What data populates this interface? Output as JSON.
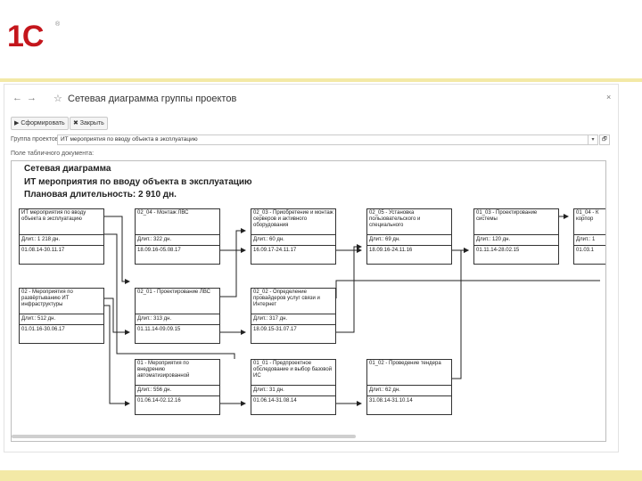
{
  "slide": {
    "logo": "1С",
    "logo_mark": "®"
  },
  "window": {
    "title": "Сетевая диаграмма группы проектов",
    "nav_back": "←",
    "nav_forward": "→",
    "star": "☆",
    "close_glyph": "×"
  },
  "toolbar": {
    "generate_label": "▶ Сформировать",
    "close_label": "✖ Закрыть"
  },
  "form": {
    "group_label": "Группа проектов:",
    "group_value": "ИТ мероприятия по вводу объекта в эксплуатацию",
    "group_dropdown": "▾",
    "group_open": "🗗",
    "table_label": "Поле табличного документа:"
  },
  "document": {
    "heading1": "Сетевая диаграмма",
    "heading2": "ИТ мероприятия по вводу объекта в эксплуатацию",
    "heading3": "Плановая длительность: 2 910 дн."
  },
  "nodes": [
    {
      "title": "ИТ мероприятия по вводу объекта в эксплуатацию",
      "duration": "Длит.: 1 218 дн.",
      "dates": "01.08.14-30.11.17"
    },
    {
      "title": "02_04 - Монтаж ЛВС",
      "duration": "Длит.: 322 дн.",
      "dates": "18.09.16-05.08.17"
    },
    {
      "title": "02_03 - Приобретение и монтаж серверов и активного оборудования",
      "duration": "Длит.: 60 дн.",
      "dates": "16.09.17-24.11.17"
    },
    {
      "title": "02_05 - Установка пользовательского и специального",
      "duration": "Длит.: 69 дн.",
      "dates": "18.09.16-24.11.16"
    },
    {
      "title": "01_03 - Проектирование системы",
      "duration": "Длит.: 120 дн.",
      "dates": "01.11.14-28.02.15"
    },
    {
      "title": "01_04 - К корпор",
      "duration": "Длит.: 1",
      "dates": "01.03.1"
    },
    {
      "title": "02 - Мероприятия по развёртыванию ИТ инфраструктуры",
      "duration": "Длит.: 512 дн.",
      "dates": "01.01.16-30.06.17"
    },
    {
      "title": "02_01 - Проектирование ЛВС",
      "duration": "Длит.: 313 дн.",
      "dates": "01.11.14-09.09.15"
    },
    {
      "title": "02_02 - Определение провайдеров услуг связи и Интернет",
      "duration": "Длит.: 317 дн.",
      "dates": "18.09.15-31.07.17"
    },
    {
      "title": "01 - Мероприятия по внедрению автоматизированной",
      "duration": "Длит.: 556 дн.",
      "dates": "01.06.14-02.12.16"
    },
    {
      "title": "01_01 - Предпроектное обследование и выбор базовой ИС",
      "duration": "Длит.: 31 дн.",
      "dates": "01.06.14-31.08.14"
    },
    {
      "title": "01_02 - Проведение тендера",
      "duration": "Длит.: 62 дн.",
      "dates": "31.08.14-31.10.14"
    }
  ]
}
